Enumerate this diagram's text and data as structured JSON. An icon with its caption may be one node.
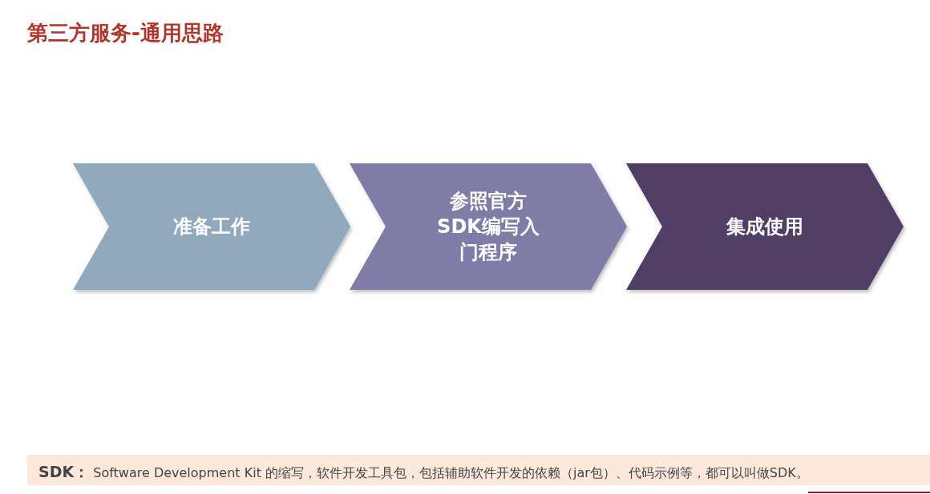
{
  "diagram": {
    "title": "第三方服务-通用思路",
    "nodes": [
      {
        "text": [
          "准备工作"
        ]
      },
      {
        "text": [
          "参照官方SDK编写入门程序"
        ]
      },
      {
        "text": [
          "集成使用"
        ]
      }
    ],
    "labels": [
      "**SDK：** Software Development Kit 的缩写，软件开发工具包，包括辅助软件开发的依赖（jar包）、代码示例等，都可以叫做SDK。"
    ]
  }
}
